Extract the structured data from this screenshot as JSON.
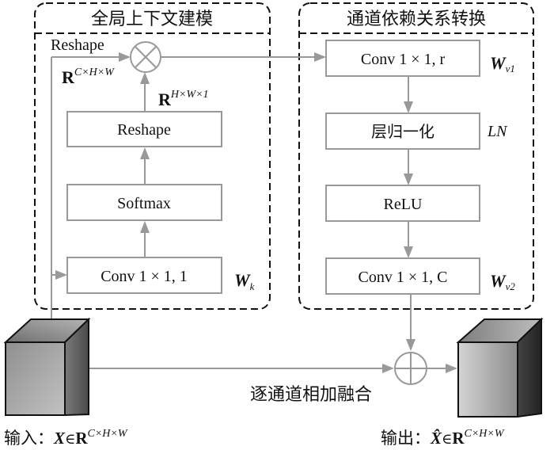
{
  "diagram": {
    "colors": {
      "line": "#999999",
      "panel_border": "#111111",
      "text": "#111111",
      "cube_front": "#a8a8a8",
      "cube_top": "#8a8a8a",
      "cube_side": "#5a5a5a"
    },
    "left_panel": {
      "title": "全局上下文建模",
      "reshape_label": "Reshape",
      "multiply_op": "⊗",
      "dim_left": {
        "base": "R",
        "sup": "C×H×W"
      },
      "dim_right": {
        "base": "R",
        "sup": "H×W×1"
      },
      "blocks": [
        {
          "label": "Reshape",
          "side_label": ""
        },
        {
          "label": "Softmax",
          "side_label": ""
        },
        {
          "label": "Conv 1 × 1, 1",
          "side_label": "W",
          "side_sub": "k"
        }
      ]
    },
    "right_panel": {
      "title": "通道依赖关系转换",
      "blocks": [
        {
          "label": "Conv 1 × 1, r",
          "side_label": "W",
          "side_sub": "v1"
        },
        {
          "label": "层归一化",
          "side_label": "LN",
          "side_sub": ""
        },
        {
          "label": "ReLU",
          "side_label": "",
          "side_sub": ""
        },
        {
          "label": "Conv 1 × 1, C",
          "side_label": "W",
          "side_sub": "v2"
        }
      ]
    },
    "fusion": {
      "add_op": "⊕",
      "label": "逐通道相加融合"
    },
    "input": {
      "prefix": "输入：",
      "var": "X",
      "in": "∈",
      "base": "R",
      "sup": "C×H×W"
    },
    "output": {
      "prefix": "输出：",
      "var": "X̂",
      "in": "∈",
      "base": "R",
      "sup": "C×H×W"
    }
  }
}
